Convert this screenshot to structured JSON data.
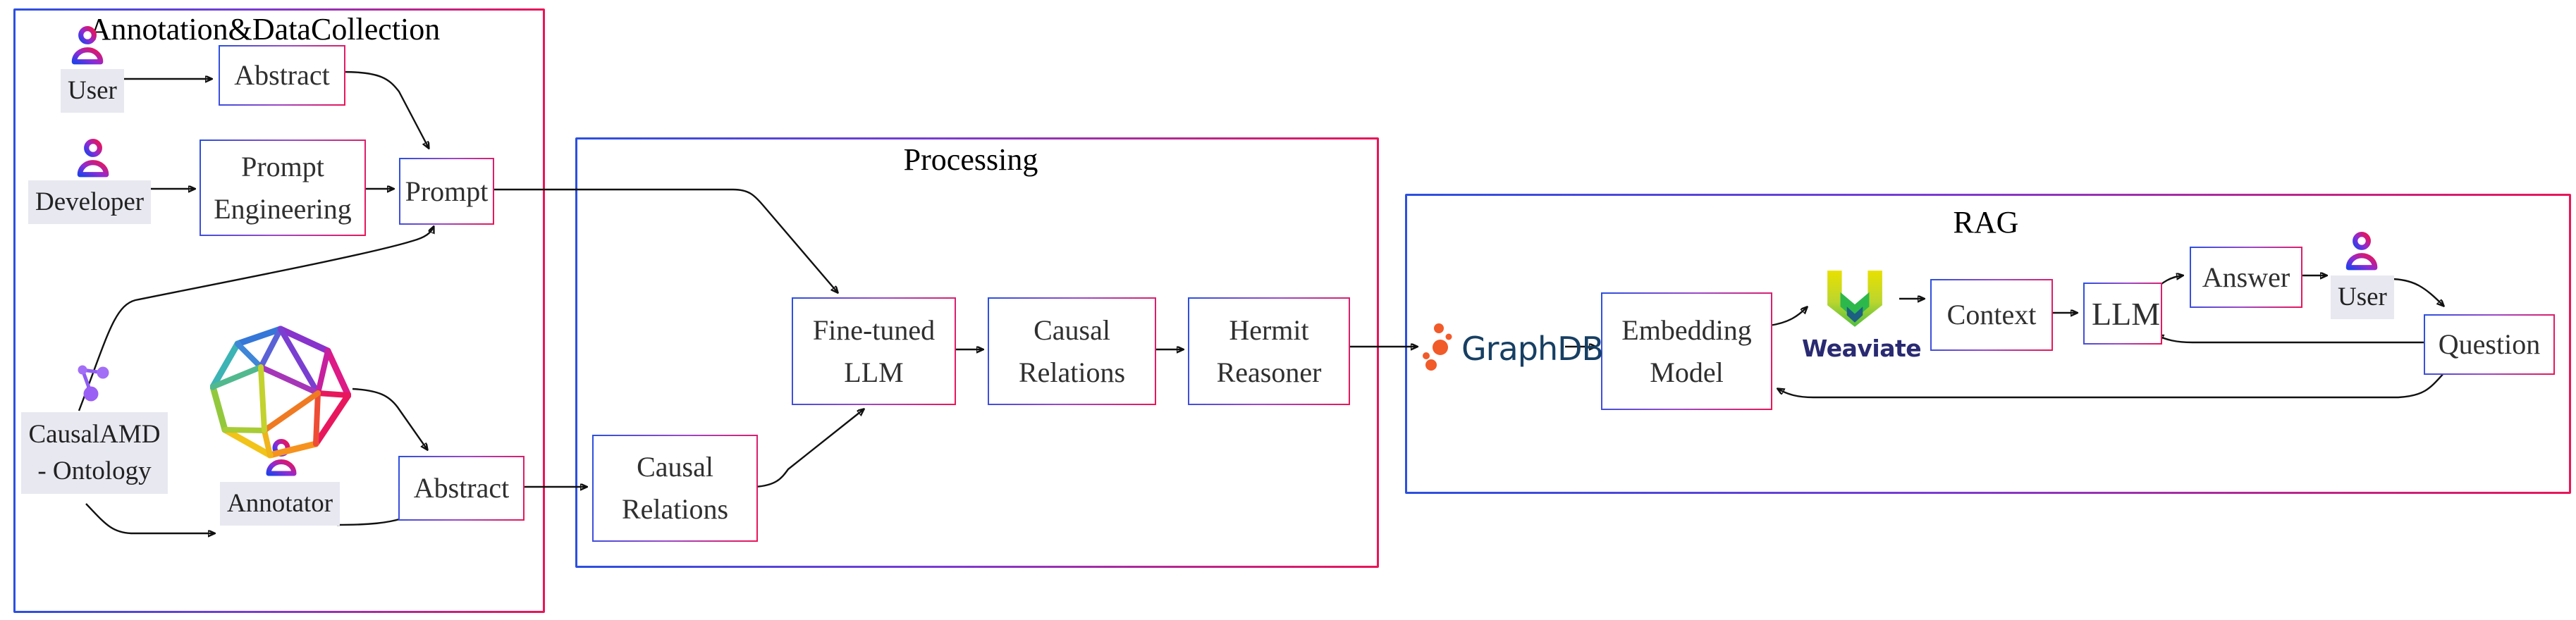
{
  "sections": {
    "annotation": {
      "title": "Annotation&DataCollection"
    },
    "processing": {
      "title": "Processing"
    },
    "rag": {
      "title": "RAG"
    }
  },
  "nodes": {
    "abstract1": "Abstract",
    "prompt_engineering": "Prompt Engineering",
    "prompt": "Prompt",
    "abstract2": "Abstract",
    "causal_relations1": "Causal Relations",
    "fine_tuned_llm": "Fine-tuned LLM",
    "causal_relations2": "Causal Relations",
    "hermit_reasoner": "Hermit Reasoner",
    "embedding_model": "Embedding Model",
    "context": "Context",
    "llm": "LLM",
    "answer": "Answer",
    "question": "Question"
  },
  "actors": {
    "user1": "User",
    "developer": "Developer",
    "causal_amd": "CausalAMD - Ontology",
    "annotator": "Annotator",
    "user2": "User"
  },
  "logos": {
    "graphdb": "GraphDB",
    "weaviate": "Weaviate"
  },
  "colors": {
    "border_blue": "#2b50e0",
    "border_pink": "#ea1558",
    "label_bg": "#e8e8f1",
    "arrow": "#111111",
    "graphdb_orange": "#f15a29",
    "graphdb_navy": "#173f63",
    "weaviate_indigo": "#2a2a72",
    "share_purple": "#9d6cf3",
    "person_gradient_start": "#2440e8",
    "person_gradient_end": "#e5155e"
  }
}
